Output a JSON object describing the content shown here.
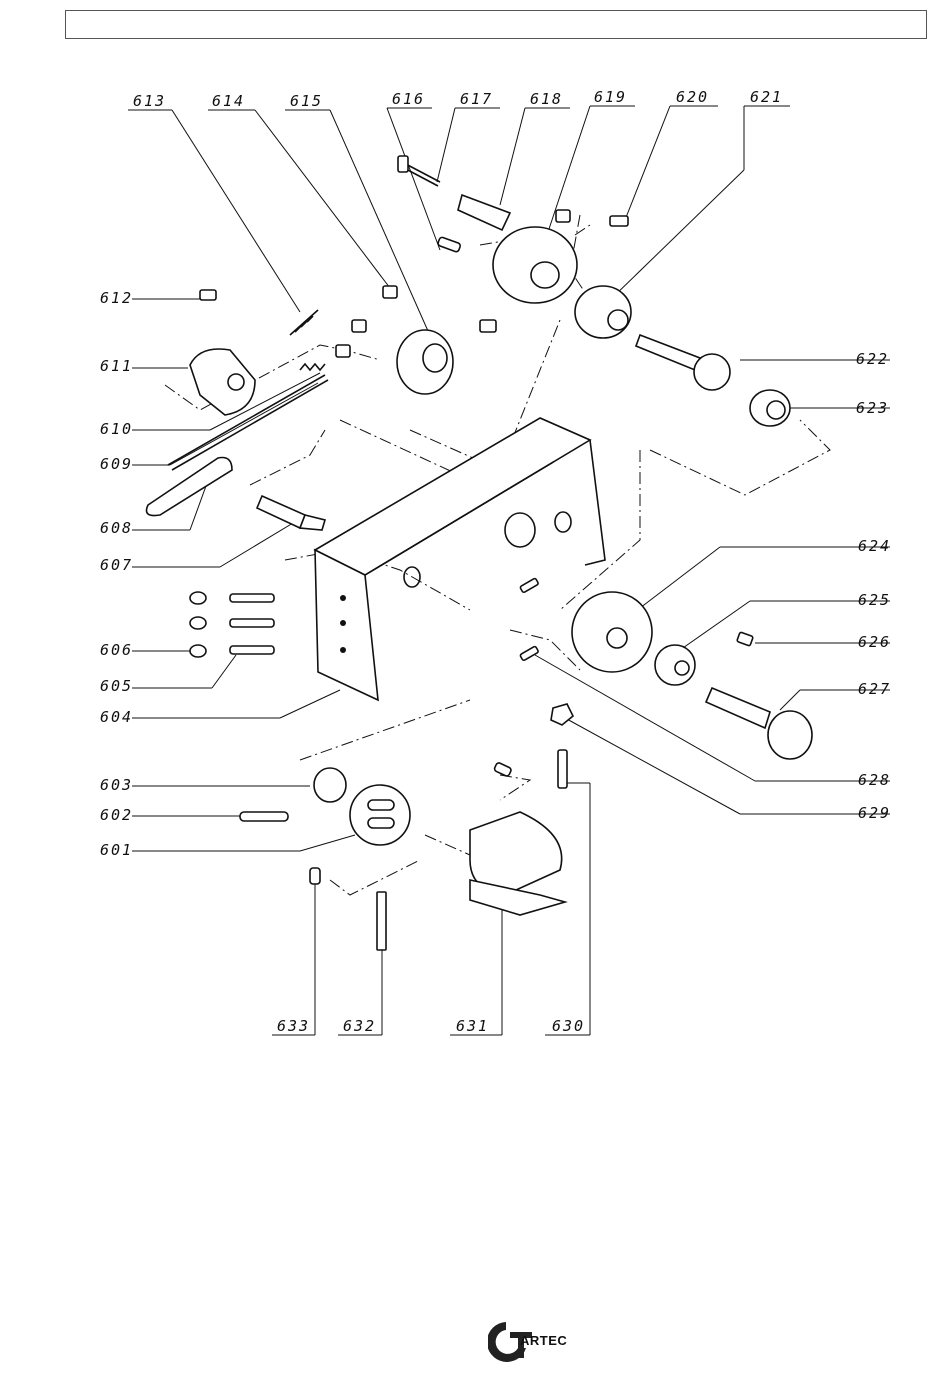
{
  "header": {
    "text": ""
  },
  "labels": {
    "601": "601",
    "602": "602",
    "603": "603",
    "604": "604",
    "605": "605",
    "606": "606",
    "607": "607",
    "608": "608",
    "609": "609",
    "610": "610",
    "611": "611",
    "612": "612",
    "613": "613",
    "614": "614",
    "615": "615",
    "616": "616",
    "617": "617",
    "618": "618",
    "619": "619",
    "620": "620",
    "621": "621",
    "622": "622",
    "623": "623",
    "624": "624",
    "625": "625",
    "626": "626",
    "627": "627",
    "628": "628",
    "629": "629",
    "630": "630",
    "631": "631",
    "632": "632",
    "633": "633"
  },
  "logo": {
    "name": "ARTEC",
    "icon": "artec-logo-icon"
  }
}
